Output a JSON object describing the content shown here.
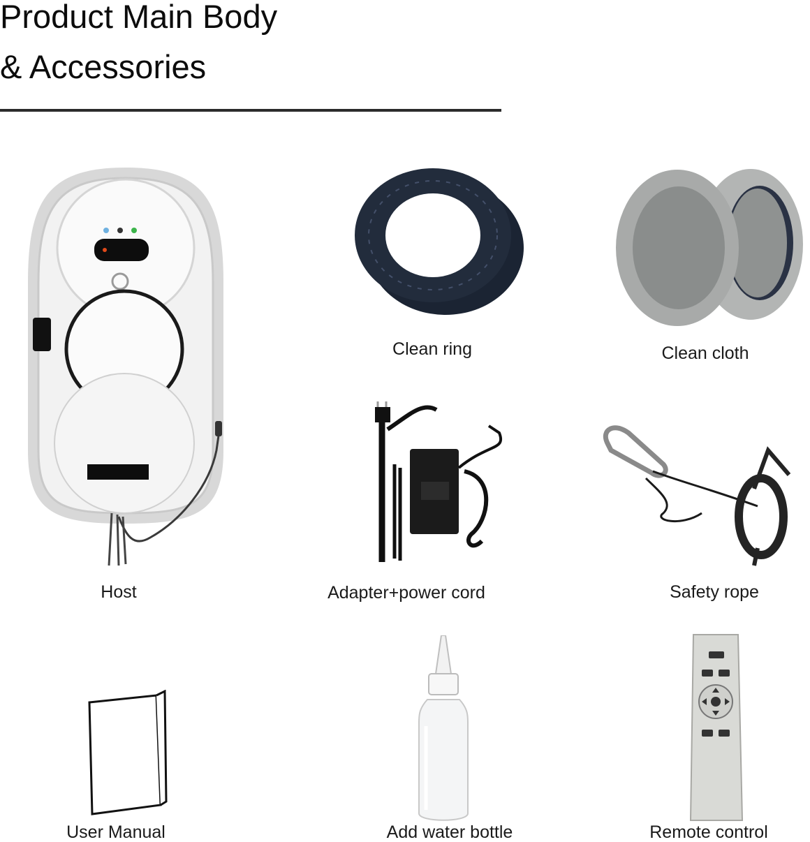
{
  "header": {
    "title_line1": "Product Main Body",
    "title_line2": "& Accessories"
  },
  "items": [
    {
      "id": "host",
      "label": "Host",
      "icon": "window-cleaning-robot"
    },
    {
      "id": "clean-ring",
      "label": "Clean ring",
      "icon": "clean-ring"
    },
    {
      "id": "clean-cloth",
      "label": "Clean cloth",
      "icon": "clean-cloth-pads"
    },
    {
      "id": "adapter",
      "label": "Adapter+power cord",
      "icon": "power-adapter"
    },
    {
      "id": "safety-rope",
      "label": "Safety rope",
      "icon": "carabiner-rope"
    },
    {
      "id": "manual",
      "label": "User Manual",
      "icon": "booklet"
    },
    {
      "id": "bottle",
      "label": "Add water bottle",
      "icon": "squeeze-bottle"
    },
    {
      "id": "remote",
      "label": "Remote control",
      "icon": "remote-control"
    }
  ],
  "colors": {
    "text": "#111111",
    "rule": "#2b2b2b",
    "ring": "#1b2433",
    "cloth": "#9a9d9c"
  }
}
